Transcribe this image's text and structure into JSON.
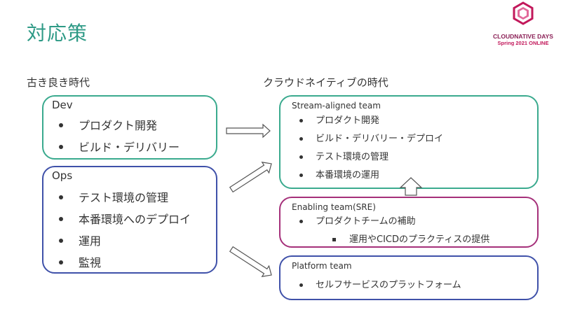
{
  "page": {
    "title": "対応策"
  },
  "logo": {
    "line1": "CloudNative Days",
    "line2": "Spring 2021 ONLINE"
  },
  "left": {
    "heading": "古き良き時代",
    "dev": {
      "title": "Dev",
      "items": [
        "プロダクト開発",
        "ビルド・デリバリー"
      ]
    },
    "ops": {
      "title": "Ops",
      "items": [
        "テスト環境の管理",
        "本番環境へのデプロイ",
        "運用",
        "監視"
      ]
    }
  },
  "right": {
    "heading": "クラウドネイティブの時代",
    "stream": {
      "title": "Stream-aligned team",
      "items": [
        "プロダクト開発",
        "ビルド・デリバリー・デプロイ",
        "テスト環境の管理",
        "本番環境の運用"
      ]
    },
    "enabling": {
      "title": "Enabling team(SRE)",
      "item": "プロダクトチームの補助",
      "subitem": "運用やCICDのプラクティスの提供"
    },
    "platform": {
      "title": "Platform team",
      "item": "セルフサービスのプラットフォーム"
    }
  },
  "colors": {
    "teal": "#3aaa8e",
    "blue": "#3f51a9",
    "magenta": "#a5307a",
    "title": "#2e9a86"
  }
}
